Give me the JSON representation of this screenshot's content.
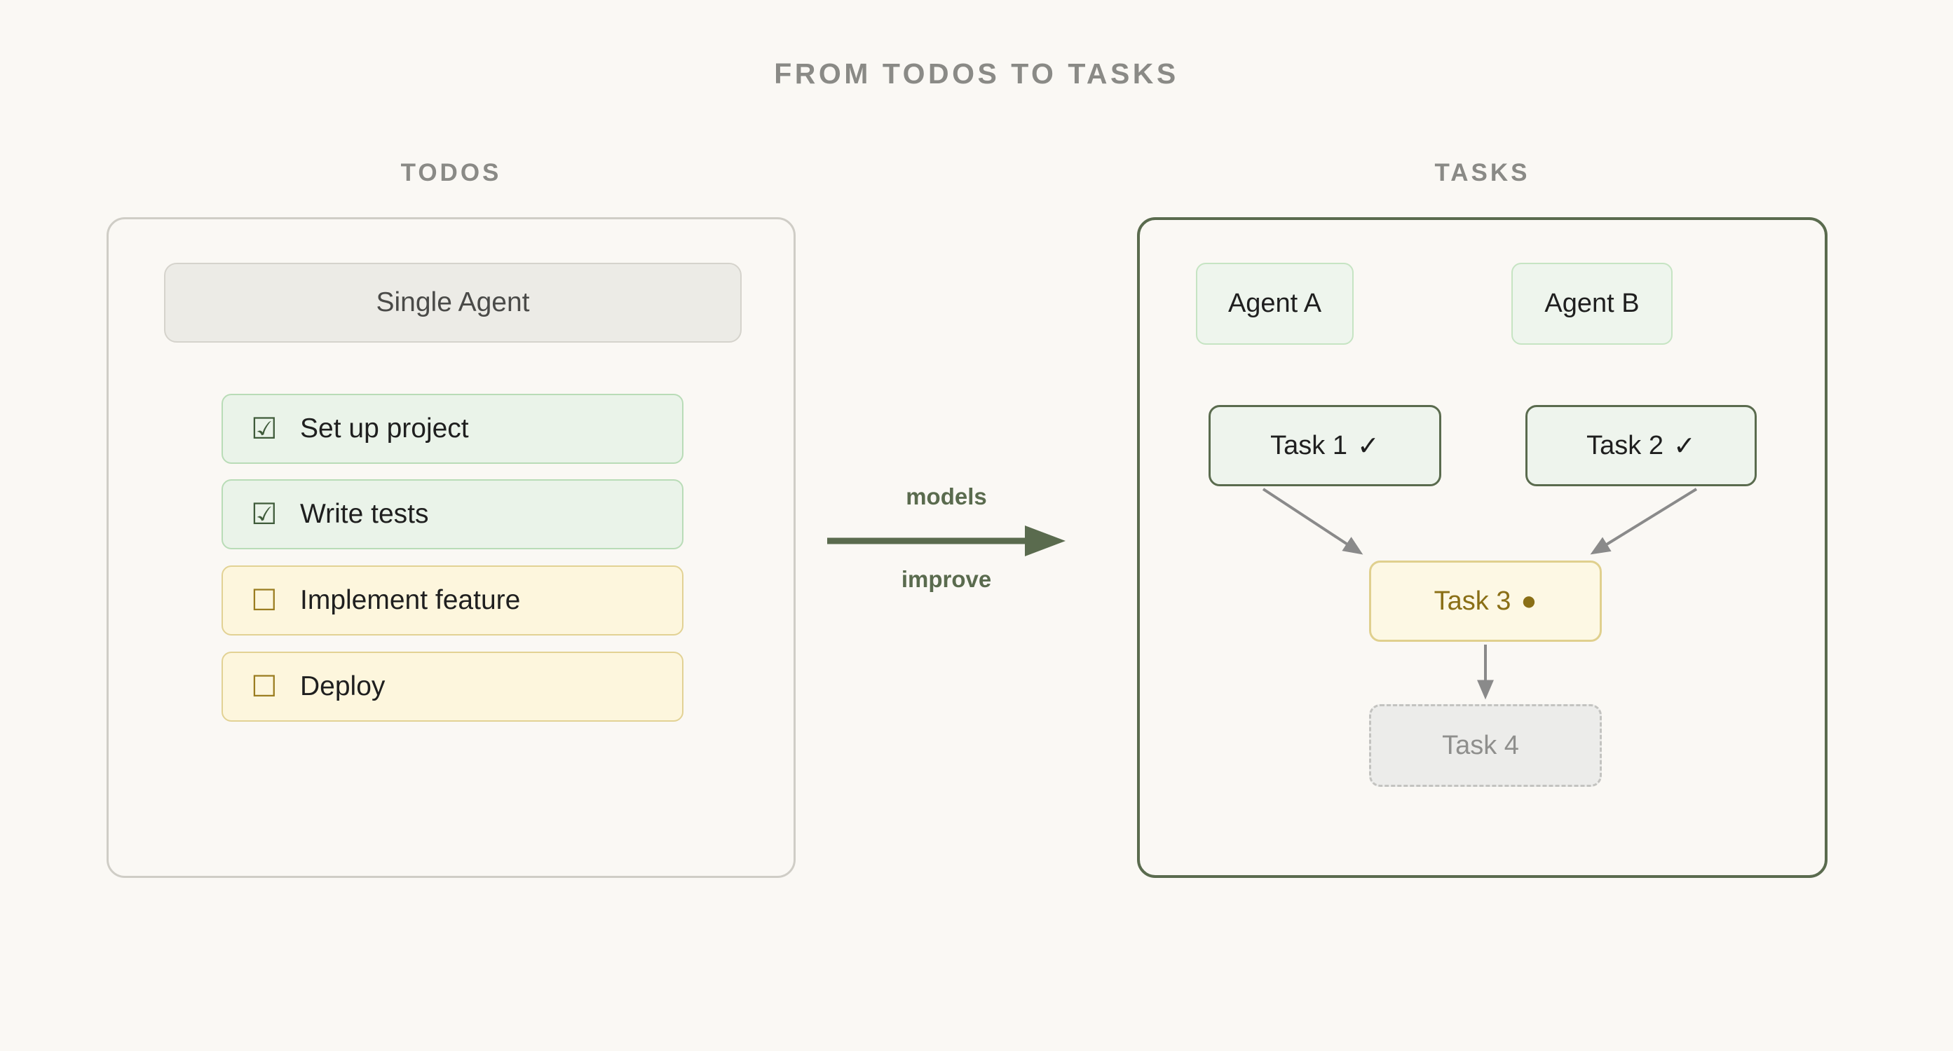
{
  "title": "FROM TODOS TO TASKS",
  "columns": {
    "left": {
      "heading": "TODOS",
      "agent_box": "Single Agent",
      "items": [
        {
          "checkbox": "☑",
          "label": "Set up project",
          "state": "done"
        },
        {
          "checkbox": "☑",
          "label": "Write tests",
          "state": "done"
        },
        {
          "checkbox": "☐",
          "label": "Implement feature",
          "state": "pending"
        },
        {
          "checkbox": "☐",
          "label": "Deploy",
          "state": "pending"
        }
      ]
    },
    "right": {
      "heading": "TASKS",
      "agents": [
        {
          "label": "Agent A"
        },
        {
          "label": "Agent B"
        }
      ],
      "tasks": [
        {
          "label": "Task 1",
          "status_glyph": "✓",
          "state": "complete"
        },
        {
          "label": "Task 2",
          "status_glyph": "✓",
          "state": "complete"
        },
        {
          "label": "Task 3",
          "status_glyph": "●",
          "state": "active"
        },
        {
          "label": "Task 4",
          "status_glyph": "",
          "state": "blocked"
        }
      ]
    }
  },
  "flow": {
    "label_top": "models",
    "label_bottom": "improve"
  },
  "colors": {
    "background": "#faf8f4",
    "title_grey": "#8a8a86",
    "panel_border_left": "#cfcdc6",
    "panel_border_right": "#5a6b4e",
    "accent_green": "#5a6b4e",
    "done_fill": "#eaf3e9",
    "done_border": "#b9dcb7",
    "pending_fill": "#fdf6dd",
    "pending_border": "#e2d294",
    "active_text": "#8a6f16",
    "blocked_fill": "#ececea",
    "blocked_border": "#c3c3c0",
    "edge_grey": "#8a8a8a"
  }
}
